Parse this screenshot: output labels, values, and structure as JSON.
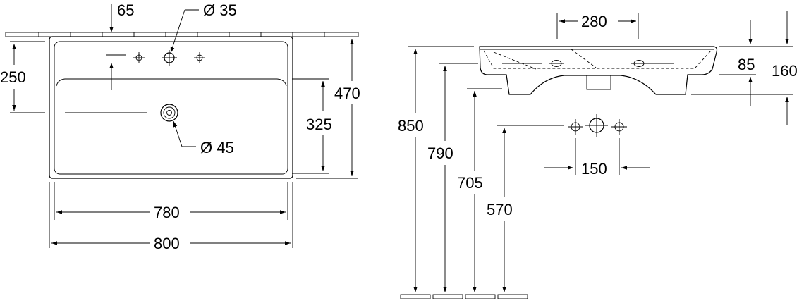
{
  "top_view": {
    "dim_65": "65",
    "dim_tap_hole": "Ø 35",
    "dim_drain": "Ø 45",
    "dim_250": "250",
    "dim_470": "470",
    "dim_325": "325",
    "dim_780": "780",
    "dim_800": "800"
  },
  "side_view": {
    "dim_280": "280",
    "dim_85": "85",
    "dim_160": "160",
    "dim_850": "850",
    "dim_790": "790",
    "dim_705": "705",
    "dim_570": "570",
    "dim_150": "150"
  }
}
